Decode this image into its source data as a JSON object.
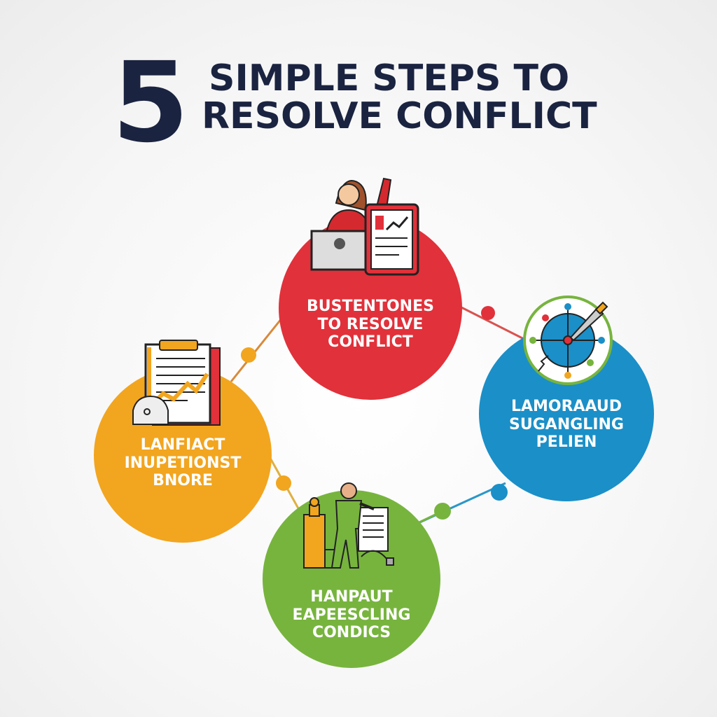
{
  "title": {
    "number": "5",
    "line1": "SIMPLE STEPS TO",
    "line2": "RESOLVE CONFLICT"
  },
  "steps": [
    {
      "id": "red",
      "color": "#e1313a",
      "icon": "presenter-with-tablet-icon",
      "lines": [
        "BUSTENTONES",
        "TO RESOLVE",
        "CONFLICT"
      ]
    },
    {
      "id": "blue",
      "color": "#1b8fc7",
      "icon": "compass-target-icon",
      "lines": [
        "LAMORAAUD",
        "SUGANGLING",
        "PELIEN"
      ]
    },
    {
      "id": "green",
      "color": "#77b43e",
      "icon": "worker-with-document-icon",
      "lines": [
        "HANPAUT",
        "EAPEESCLING",
        "CONDICS"
      ]
    },
    {
      "id": "orange",
      "color": "#f2a51f",
      "icon": "clipboard-chart-icon",
      "lines": [
        "LANFIACT",
        "INUPETIONST",
        "BNORE"
      ]
    }
  ]
}
